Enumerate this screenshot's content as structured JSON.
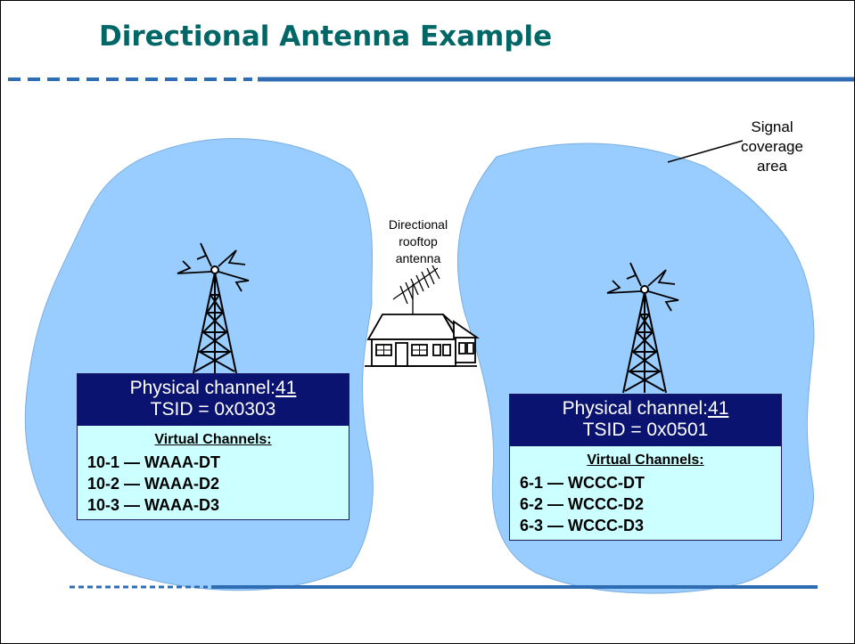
{
  "slide": {
    "title": "Directional Antenna Example",
    "colors": {
      "title": "#006666",
      "rule": "#2e6db4",
      "coverage": "#99ccff",
      "box_header": "#0a1470",
      "box_body": "#ccffff"
    }
  },
  "labels": {
    "signal_coverage": "Signal\ncoverage\narea",
    "directional_antenna": "Directional\nrooftop\nantenna"
  },
  "stations": [
    {
      "physical_label": "Physical channel:",
      "physical_channel": "41",
      "tsid": "TSID = 0x0303",
      "virtual_heading": "Virtual Channels:",
      "virtual_channels": [
        "10-1 — WAAA-DT",
        "10-2 — WAAA-D2",
        "10-3 — WAAA-D3"
      ]
    },
    {
      "physical_label": "Physical channel:",
      "physical_channel": "41",
      "tsid": "TSID = 0x0501",
      "virtual_heading": "Virtual Channels:",
      "virtual_channels": [
        "6-1 — WCCC-DT",
        "6-2 — WCCC-D2",
        "6-3 — WCCC-D3"
      ]
    }
  ],
  "icons": [
    "broadcast-tower-icon",
    "house-icon",
    "rooftop-antenna-icon",
    "lightning-bolt-icon"
  ]
}
